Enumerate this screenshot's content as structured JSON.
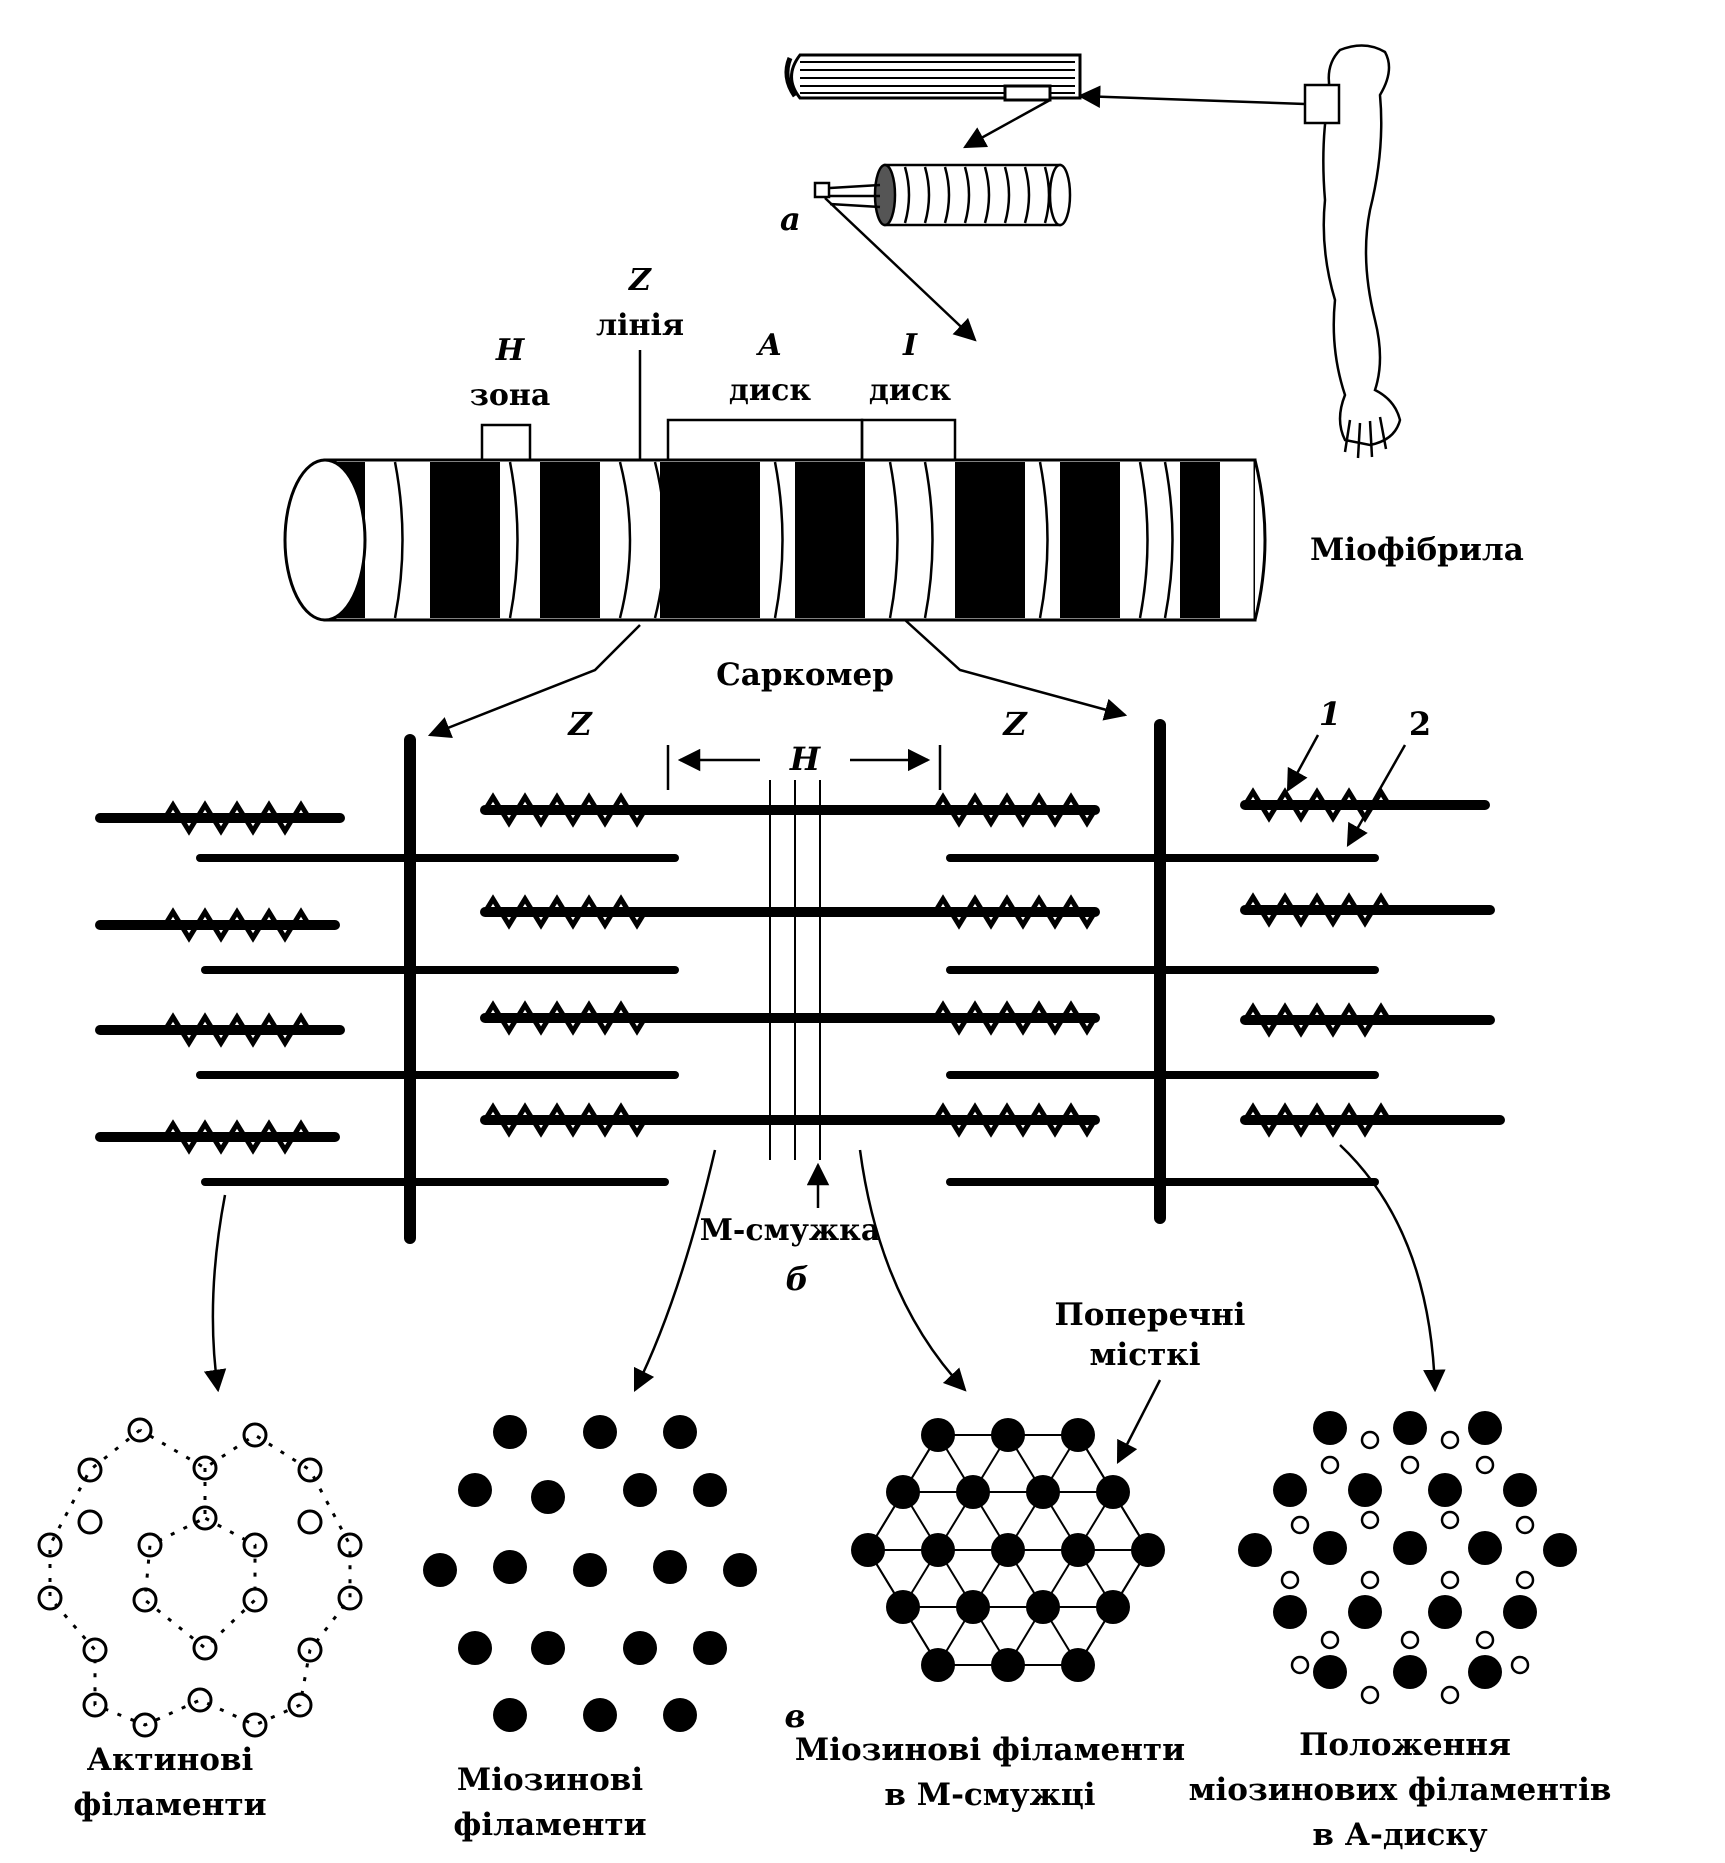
{
  "panel_labels": {
    "a": "а",
    "b": "б",
    "v": "в"
  },
  "band_labels": {
    "h_letter": "H",
    "h_word": "зона",
    "z_letter": "Z",
    "z_word": "лінія",
    "a_letter": "A",
    "a_word": "диск",
    "i_letter": "I",
    "i_word": "диск"
  },
  "myofibril_label": "Міофібрила",
  "sarcomere_label": "Саркомер",
  "sarcomere_detail": {
    "z_left": "Z",
    "z_right": "Z",
    "h_zone": "H",
    "callout_1": "1",
    "callout_2": "2",
    "m_line": "М-смужка"
  },
  "cross_bridges_label": {
    "line1": "Поперечні",
    "line2": "місткі"
  },
  "cross_sections": [
    {
      "line1": "Актинові",
      "line2": "філаменти"
    },
    {
      "line1": "Міозинові",
      "line2": "філаменти"
    },
    {
      "line1": "Міозинові філаменти",
      "line2": "в М-смужці"
    },
    {
      "line1": "Положення",
      "line2": "міозинових філаментів",
      "line3": "в А-диску"
    }
  ]
}
